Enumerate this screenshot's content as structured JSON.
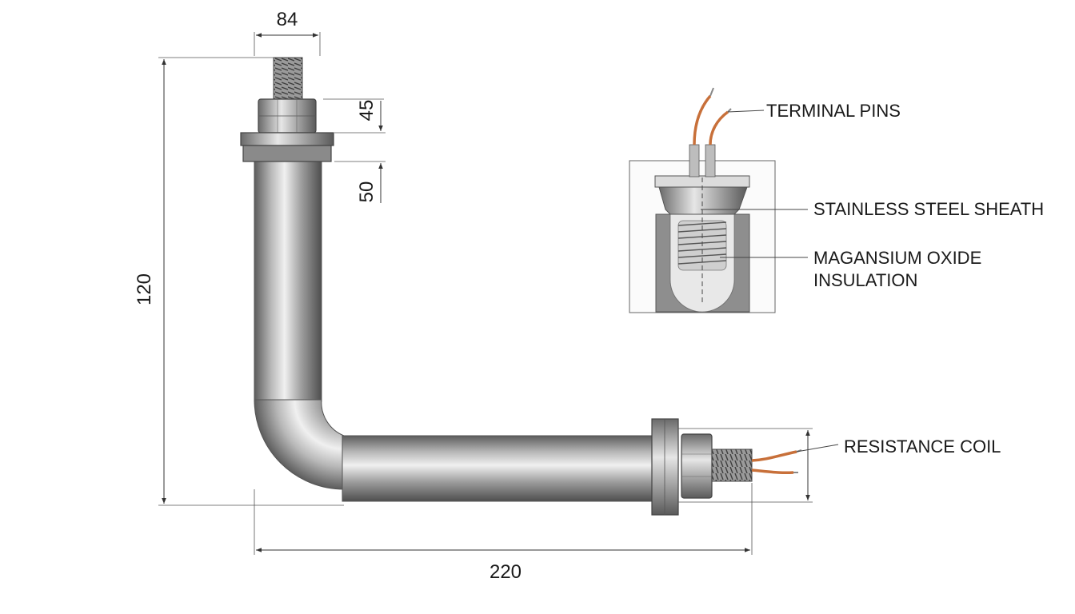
{
  "dimensions": {
    "top_width": "84",
    "nut_height": "45",
    "washer_gap": "50",
    "total_height": "120",
    "total_length": "220"
  },
  "callouts": {
    "terminal_pins": "TERMINAL PINS",
    "sheath": "STAINLESS STEEL SHEATH",
    "insulation_line1": "MAGANSIUM OXIDE",
    "insulation_line2": "INSULATION",
    "resistance_coil": "RESISTANCE COIL"
  },
  "colors": {
    "steel": "#9a9a9a",
    "steel_dark": "#5f5f5f",
    "copper": "#c8703a",
    "background": "#ffffff"
  }
}
